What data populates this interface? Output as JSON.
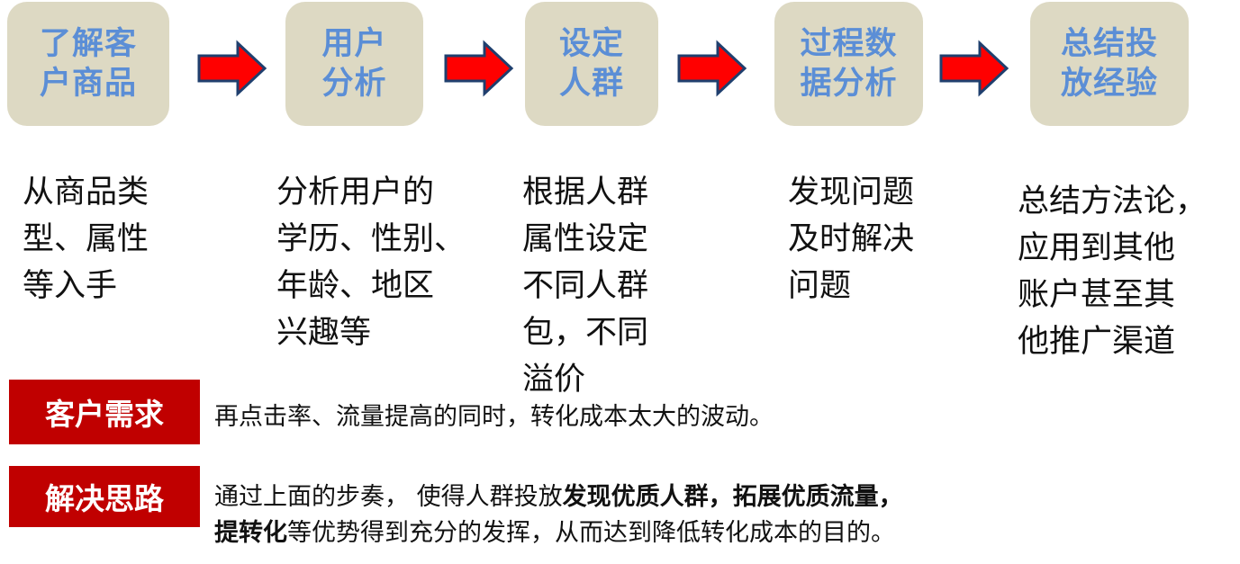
{
  "steps": [
    {
      "title": "了解客\n户商品",
      "description": "从商品类\n型、属性\n等入手"
    },
    {
      "title": "用户\n分析",
      "description": "分析用户的\n学历、性别、\n年龄、地区\n兴趣等"
    },
    {
      "title": "设定\n人群",
      "description": "根据人群\n属性设定\n不同人群\n包，不同\n溢价"
    },
    {
      "title": "过程数\n据分析",
      "description": "发现问题\n及时解决\n问题"
    },
    {
      "title": "总结投\n放经验",
      "description": "总结方法论，\n应用到其他\n账户甚至其\n他推广渠道"
    }
  ],
  "colors": {
    "box_bg": "#ddd9c3",
    "box_text": "#5b8ed6",
    "arrow_fill": "#ff0000",
    "arrow_stroke": "#1f3f6e",
    "tag_bg": "#c00000"
  },
  "icons": [
    "right-arrow-icon"
  ],
  "need": {
    "label": "客户需求",
    "text": "再点击率、流量提高的同时，转化成本太大的波动。"
  },
  "solution": {
    "label": "解决思路",
    "line1_a": "通过上面的步奏， 使得人群投放",
    "line1_b": "发现优质人群，拓展优质流量，",
    "line2_a": "提转化",
    "line2_b": "等优势得到充分的发挥，从而达到降低转化成本的目的。"
  }
}
